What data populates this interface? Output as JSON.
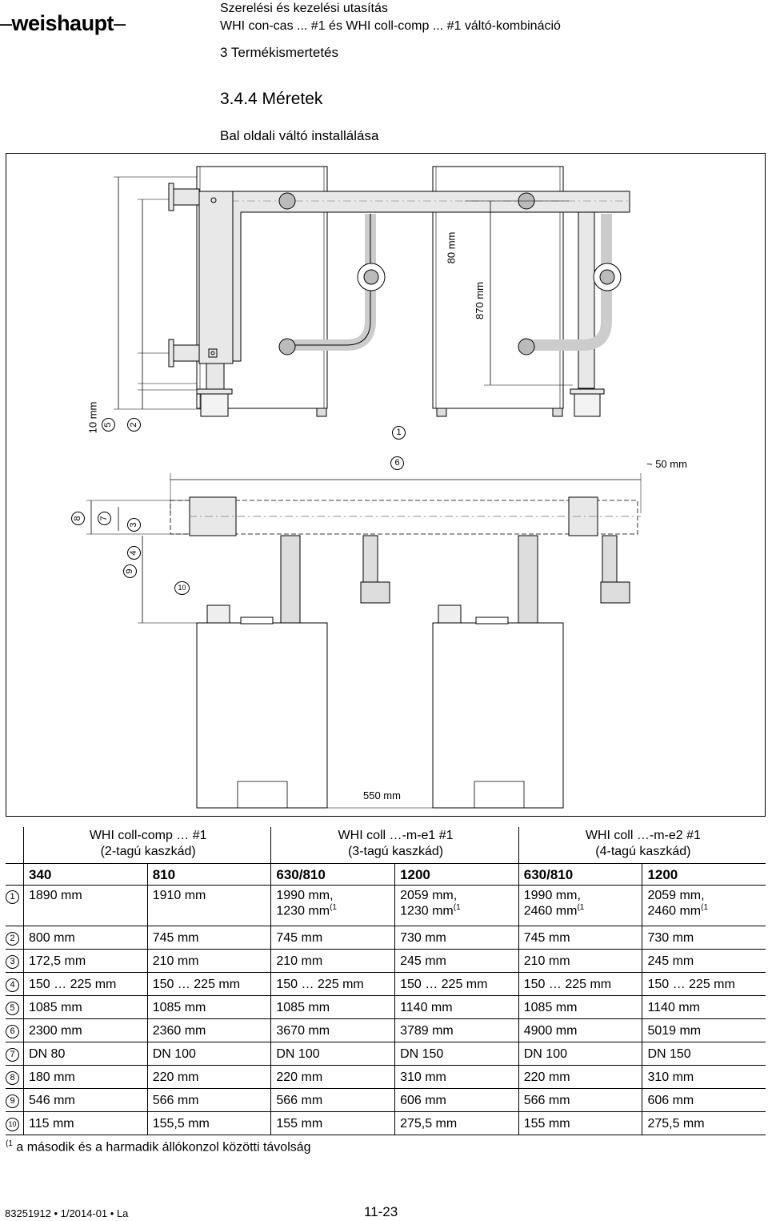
{
  "brand": "weishaupt",
  "header": {
    "line1": "Szerelési és kezelési utasítás",
    "line2": "WHI con-cas ... #1 és WHI coll-comp ... #1 váltó-kombináció"
  },
  "section": "3 Termékismertetés",
  "heading": "3.4.4 Méretek",
  "subheading": "Bal oldali váltó installálása",
  "figure": {
    "dims": {
      "d10mm": "10 mm",
      "d80mm": "80 mm",
      "d870mm": "870 mm",
      "d50mm": "~ 50 mm",
      "d550mm": "550 mm"
    },
    "markers": [
      "1",
      "2",
      "3",
      "4",
      "5",
      "6",
      "7",
      "8",
      "9",
      "10"
    ]
  },
  "table": {
    "groups": [
      {
        "l1": "WHI coll-comp … #1",
        "l2": "(2-tagú kaszkád)"
      },
      {
        "l1": "WHI coll …-m-e1 #1",
        "l2": "(3-tagú kaszkád)"
      },
      {
        "l1": "WHI coll …-m-e2 #1",
        "l2": "(4-tagú kaszkád)"
      }
    ],
    "subheaders": [
      "340",
      "810",
      "630/810",
      "1200",
      "630/810",
      "1200"
    ],
    "rows": [
      {
        "key": "1",
        "cells": [
          "1890 mm",
          "1910 mm",
          "1990 mm,",
          "2059 mm,",
          "1990 mm,",
          "2059 mm,"
        ],
        "cells2": [
          "",
          "",
          "1230 mm",
          "1230 mm",
          "2460 mm",
          "2460 mm"
        ],
        "sup": "(1"
      },
      {
        "key": "2",
        "cells": [
          "800 mm",
          "745 mm",
          "745 mm",
          "730 mm",
          "745 mm",
          "730 mm"
        ]
      },
      {
        "key": "3",
        "cells": [
          "172,5 mm",
          "210 mm",
          "210 mm",
          "245 mm",
          "210 mm",
          "245 mm"
        ]
      },
      {
        "key": "4",
        "cells": [
          "150 … 225 mm",
          "150 … 225 mm",
          "150 … 225 mm",
          "150 … 225 mm",
          "150 … 225 mm",
          "150 … 225 mm"
        ]
      },
      {
        "key": "5",
        "cells": [
          "1085 mm",
          "1085 mm",
          "1085 mm",
          "1140 mm",
          "1085 mm",
          "1140 mm"
        ]
      },
      {
        "key": "6",
        "cells": [
          "2300 mm",
          "2360 mm",
          "3670 mm",
          "3789 mm",
          "4900 mm",
          "5019 mm"
        ]
      },
      {
        "key": "7",
        "cells": [
          "DN 80",
          "DN 100",
          "DN 100",
          "DN 150",
          "DN 100",
          "DN 150"
        ]
      },
      {
        "key": "8",
        "cells": [
          "180 mm",
          "220 mm",
          "220 mm",
          "310 mm",
          "220 mm",
          "310 mm"
        ]
      },
      {
        "key": "9",
        "cells": [
          "546 mm",
          "566 mm",
          "566 mm",
          "606 mm",
          "566 mm",
          "606 mm"
        ]
      },
      {
        "key": "10",
        "cells": [
          "115 mm",
          "155,5 mm",
          "155 mm",
          "275,5 mm",
          "155 mm",
          "275,5 mm"
        ]
      }
    ]
  },
  "footnote": {
    "mark": "(1",
    "text": "a második és a harmadik állókonzol közötti távolság"
  },
  "footer": {
    "docnum": "83251912 • 1/2014-01 • La",
    "page": "11-23"
  }
}
